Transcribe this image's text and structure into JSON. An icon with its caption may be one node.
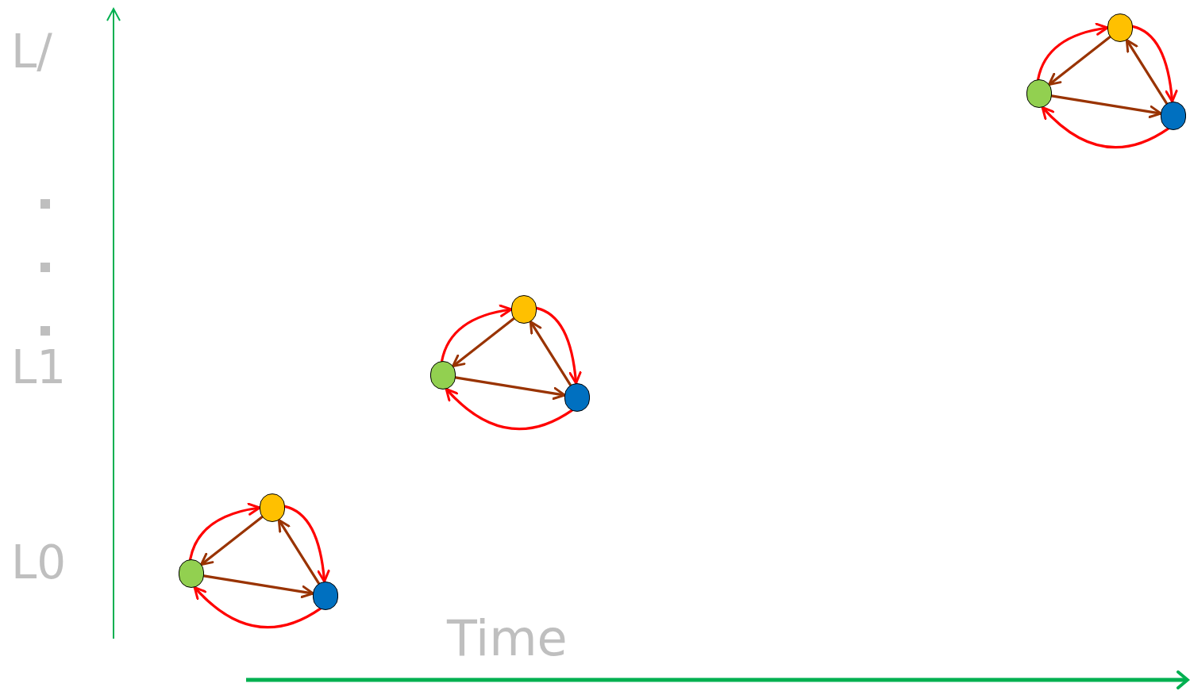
{
  "diagram": {
    "nodes": [
      {
        "text": [],
        "shape": "circle"
      },
      {
        "text": [],
        "shape": "circle"
      },
      {
        "text": [],
        "shape": "circle"
      },
      {
        "text": [],
        "shape": "circle"
      },
      {
        "text": [],
        "shape": "circle"
      },
      {
        "text": [],
        "shape": "circle"
      },
      {
        "text": [],
        "shape": "circle"
      },
      {
        "text": [],
        "shape": "circle"
      },
      {
        "text": [],
        "shape": "circle"
      }
    ],
    "edges": [
      {
        "from": 0,
        "to": 1,
        "arrow": "to"
      },
      {
        "from": 1,
        "to": 2,
        "arrow": "to"
      },
      {
        "from": 2,
        "to": 0,
        "arrow": "to"
      },
      {
        "from": 1,
        "to": 0,
        "arrow": "to",
        "color": "#ff0000"
      },
      {
        "from": 0,
        "to": 2,
        "arrow": "to",
        "color": "#ff0000"
      },
      {
        "from": 2,
        "to": 1,
        "arrow": "to",
        "color": "#ff0000"
      },
      {
        "from": 3,
        "to": 4,
        "arrow": "to"
      },
      {
        "from": 4,
        "to": 5,
        "arrow": "to"
      },
      {
        "from": 5,
        "to": 3,
        "arrow": "to"
      },
      {
        "from": 4,
        "to": 3,
        "arrow": "to",
        "color": "#ff0000"
      },
      {
        "from": 3,
        "to": 5,
        "arrow": "to",
        "color": "#ff0000"
      },
      {
        "from": 5,
        "to": 4,
        "arrow": "to",
        "color": "#ff0000"
      },
      {
        "from": 6,
        "to": 7,
        "arrow": "to"
      },
      {
        "from": 7,
        "to": 8,
        "arrow": "to"
      },
      {
        "from": 8,
        "to": 6,
        "arrow": "to"
      },
      {
        "from": 7,
        "to": 6,
        "arrow": "to",
        "color": "#ff0000"
      },
      {
        "from": 6,
        "to": 8,
        "arrow": "to",
        "color": "#ff0000"
      },
      {
        "from": 8,
        "to": 7,
        "arrow": "to",
        "color": "#ff0000"
      }
    ],
    "labels": [
      "L/",
      "L1",
      "L0",
      "Time"
    ]
  }
}
